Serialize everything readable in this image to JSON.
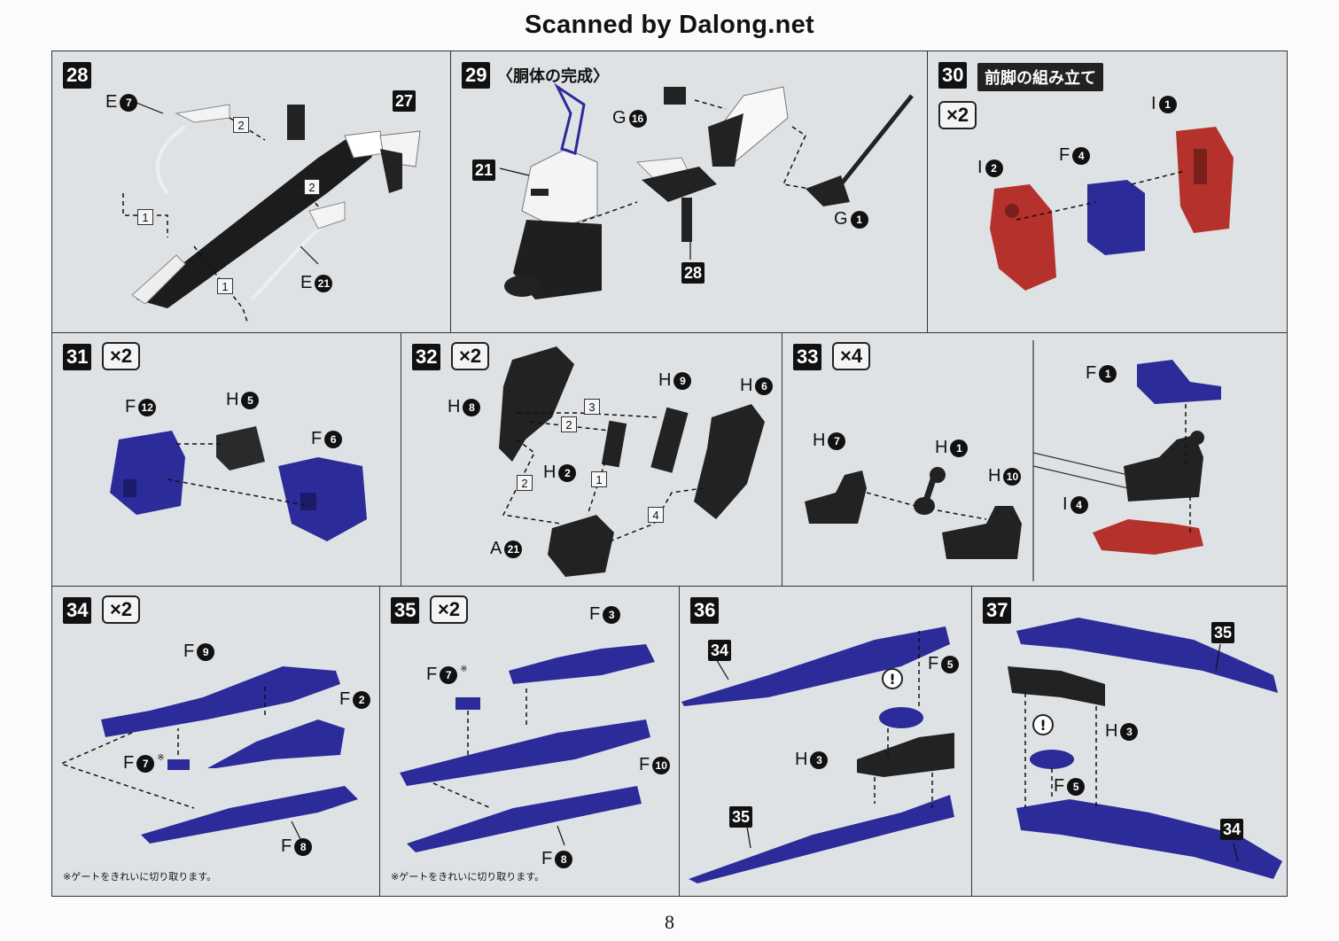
{
  "header": "Scanned by Dalong.net",
  "page_number": "8",
  "note_gate": "※ゲートをきれいに切り取ります。",
  "colors": {
    "panel_bg": "#dfe2e5",
    "blue_part": "#2b2b9a",
    "red_part": "#b4322b",
    "black_part": "#222222"
  },
  "steps": {
    "s28": {
      "num": "28",
      "labels": [
        {
          "l": "E",
          "n": "7"
        },
        {
          "l": "E",
          "n": "21"
        }
      ],
      "refs": [
        "27"
      ],
      "order": [
        "2",
        "2",
        "1",
        "1"
      ]
    },
    "s29": {
      "num": "29",
      "title": "〈胴体の完成〉",
      "labels": [
        {
          "l": "G",
          "n": "16"
        },
        {
          "l": "G",
          "n": "1"
        }
      ],
      "refs": [
        "21",
        "28"
      ]
    },
    "s30": {
      "num": "30",
      "title": "前脚の組み立て",
      "mult": "×2",
      "labels": [
        {
          "l": "I",
          "n": "1"
        },
        {
          "l": "I",
          "n": "2"
        },
        {
          "l": "F",
          "n": "4"
        }
      ]
    },
    "s31": {
      "num": "31",
      "mult": "×2",
      "labels": [
        {
          "l": "F",
          "n": "12"
        },
        {
          "l": "H",
          "n": "5"
        },
        {
          "l": "F",
          "n": "6"
        }
      ]
    },
    "s32": {
      "num": "32",
      "mult": "×2",
      "labels": [
        {
          "l": "H",
          "n": "8"
        },
        {
          "l": "H",
          "n": "9"
        },
        {
          "l": "H",
          "n": "6"
        },
        {
          "l": "H",
          "n": "2"
        },
        {
          "l": "A",
          "n": "21"
        }
      ],
      "order": [
        "3",
        "2",
        "2",
        "1",
        "4"
      ]
    },
    "s33": {
      "num": "33",
      "mult": "×4",
      "labels": [
        {
          "l": "H",
          "n": "7"
        },
        {
          "l": "H",
          "n": "1"
        },
        {
          "l": "H",
          "n": "10"
        },
        {
          "l": "F",
          "n": "1"
        },
        {
          "l": "I",
          "n": "4"
        }
      ]
    },
    "s34": {
      "num": "34",
      "mult": "×2",
      "labels": [
        {
          "l": "F",
          "n": "9"
        },
        {
          "l": "F",
          "n": "2"
        },
        {
          "l": "F",
          "n": "7",
          "star": "※"
        },
        {
          "l": "F",
          "n": "8"
        }
      ]
    },
    "s35": {
      "num": "35",
      "mult": "×2",
      "labels": [
        {
          "l": "F",
          "n": "3"
        },
        {
          "l": "F",
          "n": "7",
          "star": "※"
        },
        {
          "l": "F",
          "n": "10"
        },
        {
          "l": "F",
          "n": "8"
        }
      ]
    },
    "s36": {
      "num": "36",
      "labels": [
        {
          "l": "F",
          "n": "5"
        },
        {
          "l": "H",
          "n": "3"
        }
      ],
      "refs": [
        "34",
        "35"
      ],
      "warn": "!"
    },
    "s37": {
      "num": "37",
      "labels": [
        {
          "l": "H",
          "n": "3"
        },
        {
          "l": "F",
          "n": "5"
        }
      ],
      "refs": [
        "35",
        "34"
      ],
      "warn": "!"
    }
  }
}
